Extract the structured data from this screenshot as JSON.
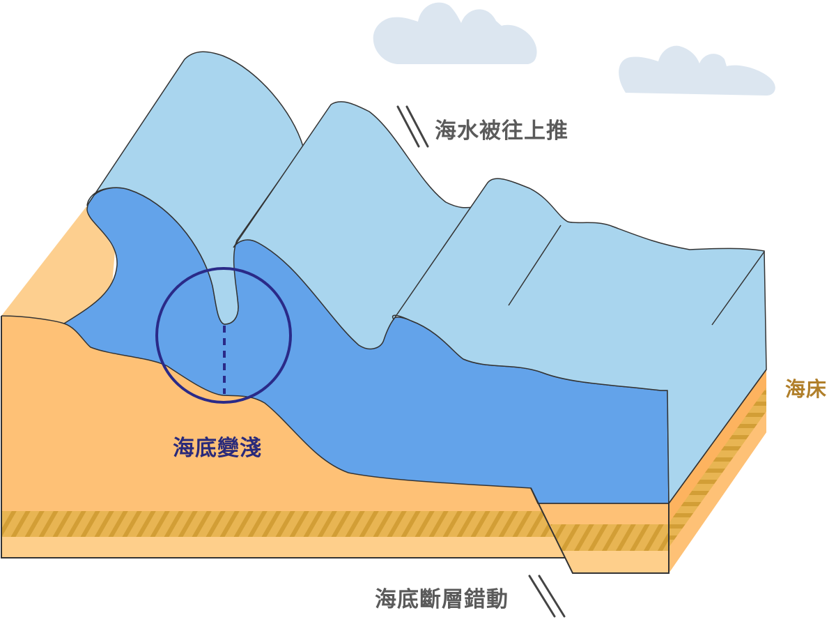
{
  "diagram": {
    "title": "Tsunami generation by seafloor fault displacement",
    "labels": {
      "water_pushed_up": "海水被往上推",
      "seafloor_shallower": "海底變淺",
      "seabed": "海床",
      "seafloor_fault_slip": "海底斷層錯動"
    },
    "colors": {
      "water_surface": "#a9d5ee",
      "water_body": "#63a3ea",
      "sand_top": "#fdcf8f",
      "sand_front": "#fec176",
      "sand_side": "#fdb35f",
      "stripe_band": "#e8b553",
      "stripe_line": "#d29e36",
      "sand_bottom": "#fecf8b",
      "outline": "#333333",
      "highlight_circle": "#2a2a88",
      "cloud": "#dce6f0",
      "label_gray": "#5a5a5a",
      "label_navy": "#2a2a7a",
      "label_gold": "#b07f2a"
    },
    "icons": [
      "cloud-icon",
      "cloud-icon",
      "motion-lines-icon",
      "motion-lines-icon",
      "highlight-circle",
      "dashed-depth-line"
    ]
  }
}
